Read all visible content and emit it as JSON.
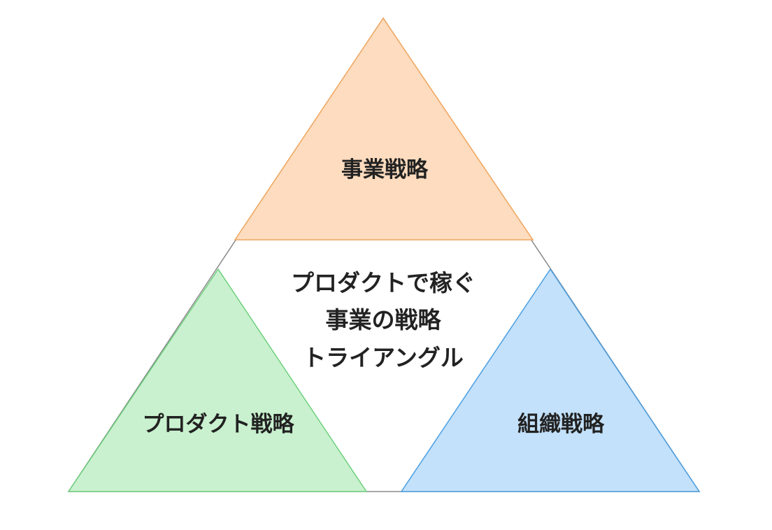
{
  "diagram": {
    "top_triangle": {
      "label": "事業戦略",
      "fill": "#fddcbf",
      "stroke": "#f0a55d"
    },
    "left_triangle": {
      "label": "プロダクト戦略",
      "fill": "#c9f1cf",
      "stroke": "#6fcf7f"
    },
    "right_triangle": {
      "label": "組織戦略",
      "fill": "#c3e1fb",
      "stroke": "#4a9ee0"
    },
    "center": {
      "lines": [
        "プロダクトで稼ぐ",
        "事業の戦略",
        "トライアングル"
      ]
    },
    "outline_color": "#8a8a8a"
  }
}
